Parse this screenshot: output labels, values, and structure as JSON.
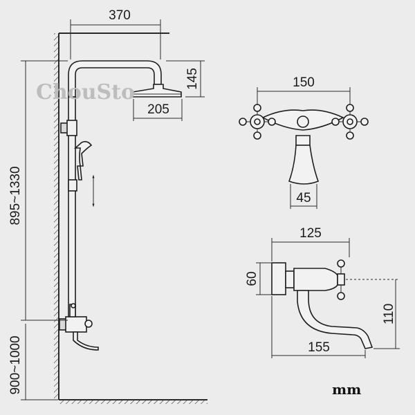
{
  "watermark": "ChouSto",
  "unit_label": "mm",
  "dimensions": {
    "top_width": "370",
    "head_drop": "145",
    "head_diameter": "205",
    "height_range": "895~1330",
    "spout_height_range": "900~1000",
    "mixer_width": "150",
    "mixer_outlet": "45",
    "tub_mixer_width": "125",
    "tub_mixer_depth": "60",
    "tub_spout_drop": "110",
    "tub_spout_reach": "155"
  }
}
